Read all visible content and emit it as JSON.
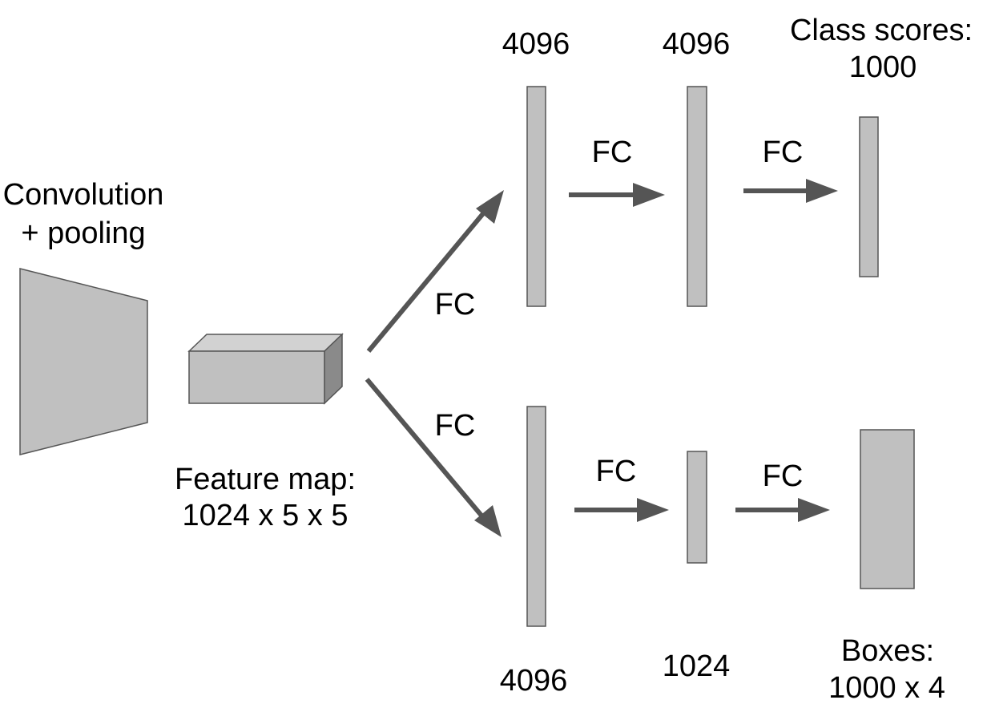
{
  "colors": {
    "box_fill": "#c0c0c0",
    "box_top": "#d2d2d2",
    "box_side": "#8a8a8a",
    "stroke": "#555555",
    "arrow": "#555555",
    "text": "#000000"
  },
  "conv": {
    "label_line1": "Convolution",
    "label_line2": "+ pooling"
  },
  "feature_map": {
    "label_line1": "Feature map:",
    "label_line2": "1024 x 5 x 5"
  },
  "top_branch": {
    "in_arrow_label": "FC",
    "layer1_size": "4096",
    "arrow1_label": "FC",
    "layer2_size": "4096",
    "arrow2_label": "FC",
    "output_label_line1": "Class scores:",
    "output_label_line2": "1000"
  },
  "bottom_branch": {
    "in_arrow_label": "FC",
    "layer1_size": "4096",
    "arrow1_label": "FC",
    "layer2_size": "1024",
    "arrow2_label": "FC",
    "output_label_line1": "Boxes:",
    "output_label_line2": "1000 x 4"
  }
}
